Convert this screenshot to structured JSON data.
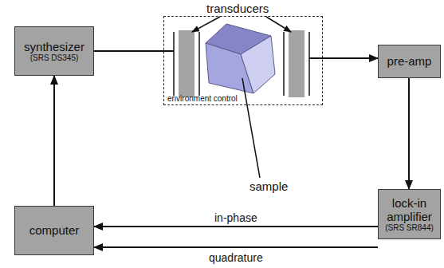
{
  "diagram": {
    "nodes": [
      {
        "text": [
          "synthesizer",
          "(SRS DS345)"
        ]
      },
      {
        "text": [
          "environment control"
        ]
      },
      {
        "text": [
          "pre-amp"
        ]
      },
      {
        "text": [
          "lock-in amplifier",
          "(SRS SR844)"
        ]
      },
      {
        "text": [
          "computer"
        ]
      }
    ],
    "edges": [
      {
        "from": 0,
        "to": 1,
        "arrow": "none"
      },
      {
        "from": 1,
        "to": 2,
        "arrow": "to"
      },
      {
        "from": 2,
        "to": 3,
        "arrow": "to"
      },
      {
        "from": 3,
        "to": 4,
        "label": "in-phase",
        "arrow": "to"
      },
      {
        "from": 3,
        "to": 4,
        "label": "quadrature",
        "arrow": "to"
      },
      {
        "from": 4,
        "to": 0,
        "arrow": "to"
      }
    ],
    "labels": [
      "transducers",
      "sample"
    ]
  }
}
